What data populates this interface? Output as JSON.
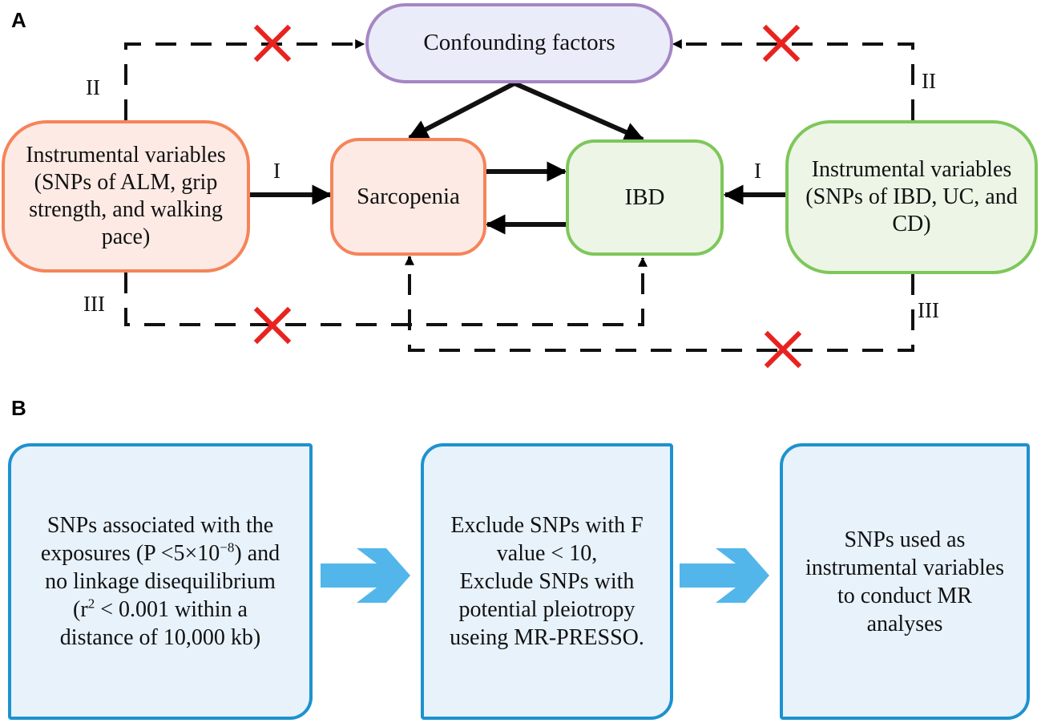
{
  "panels": {
    "a": "A",
    "b": "B"
  },
  "diagram_a": {
    "confounding": "Confounding factors",
    "iv_left": "Instrumental variables (SNPs of ALM, grip strength, and walking pace)",
    "sarcopenia": "Sarcopenia",
    "ibd": "IBD",
    "iv_right": "Instrumental variables (SNPs of IBD, UC, and CD)",
    "labels": {
      "I": "I",
      "II": "II",
      "III": "III"
    }
  },
  "diagram_b": {
    "step1": {
      "line1": "SNPs associated with the",
      "line2a": "exposures (P <5×10",
      "line2sup": "−8",
      "line2b": ") and",
      "line3": "no linkage disequilibrium",
      "line4a": "(r",
      "line4sup": "2",
      "line4b": " < 0.001 within a",
      "line5": "distance of 10,000 kb)"
    },
    "step2": "Exclude SNPs with F value < 10,\nExclude  SNPs with potential pleiotropy useing MR-PRESSO.",
    "step3": "SNPs used as instrumental variables to conduct MR analyses"
  },
  "colors": {
    "orange": "#f5845a",
    "green": "#7ec75a",
    "purple": "#a586c4",
    "blue": "#1d92cf",
    "arrow_blue": "#52b6ea",
    "cross": "#e8231f"
  }
}
